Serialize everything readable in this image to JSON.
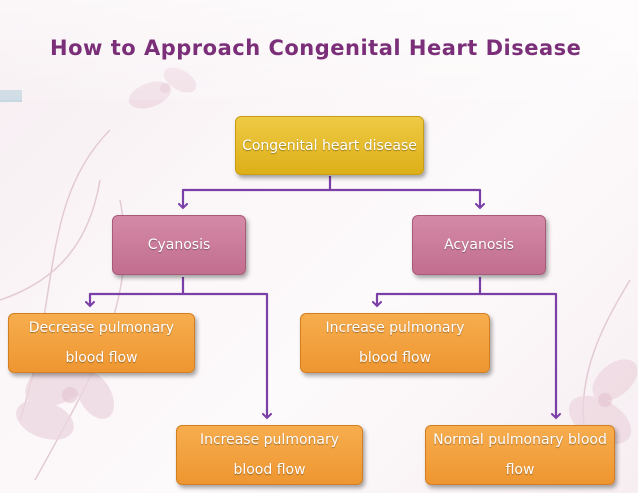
{
  "title": "How to Approach Congenital Heart Disease",
  "nodes": {
    "root": "Congenital heart disease",
    "cyanosis": "Cyanosis",
    "acyanosis": "Acyanosis",
    "cyan_decrease": "Decrease pulmonary blood flow",
    "cyan_increase": "Increase pulmonary blood flow",
    "acyan_increase": "Increase pulmonary blood flow",
    "acyan_normal": "Normal pulmonary blood flow"
  },
  "colors": {
    "title": "#7a2f78",
    "connector": "#7b3fa8",
    "root_fill": "#e6bd2c",
    "level1_fill": "#c97b99",
    "level2_fill": "#f2a040"
  }
}
